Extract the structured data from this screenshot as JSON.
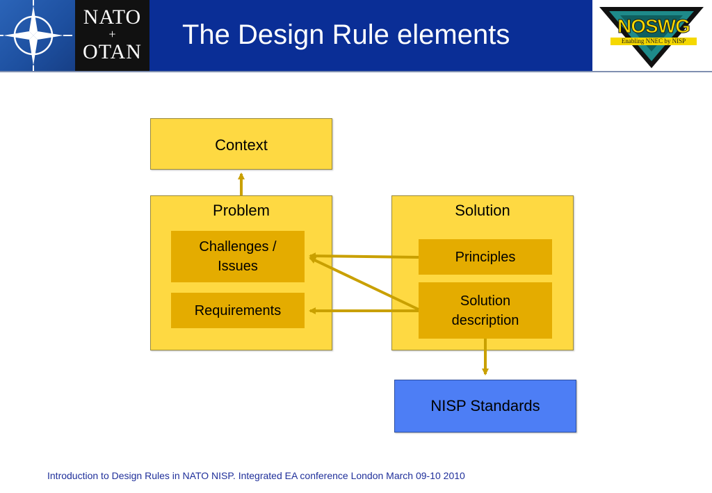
{
  "header": {
    "title": "The Design Rule elements",
    "nato_logo_top": "NATO",
    "nato_logo_bottom": "OTAN",
    "noswg_logo_text": "NOSWG",
    "noswg_logo_tagline": "Enabling NNEC by NISP"
  },
  "diagram": {
    "context": "Context",
    "problem": {
      "title": "Problem",
      "items": [
        "Challenges / Issues",
        "Requirements"
      ]
    },
    "solution": {
      "title": "Solution",
      "items": [
        "Principles",
        "Solution description"
      ]
    },
    "nisp_standards": "NISP Standards",
    "colors": {
      "outer_box": "#fed942",
      "inner_box": "#e4ac00",
      "arrow": "#c9a000",
      "nisp_box": "#4d7ef5",
      "header_band": "#0a2e96"
    }
  },
  "footer": {
    "text": "Introduction to Design Rules in NATO NISP. Integrated EA conference London March 09-10 2010"
  }
}
